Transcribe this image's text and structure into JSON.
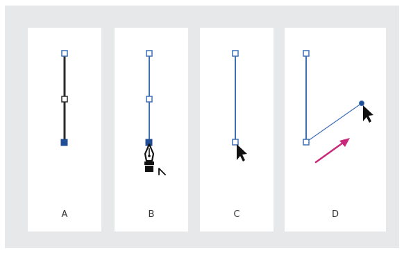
{
  "panels": [
    {
      "label": "A"
    },
    {
      "label": "B"
    },
    {
      "label": "C"
    },
    {
      "label": "D"
    }
  ],
  "colors": {
    "frame_background": "#e7e8e9",
    "panel_background": "#ffffff",
    "path_dark": "#2b2b2b",
    "path_selected": "#3d6fb5",
    "anchor_fill_selected": "#1f4e96",
    "arrow_magenta": "#c8277a",
    "cursor": "#111111"
  },
  "icons": [
    "anchor-point-icon",
    "pen-tool-icon",
    "arrow-cursor-icon",
    "direction-arrow-icon"
  ]
}
